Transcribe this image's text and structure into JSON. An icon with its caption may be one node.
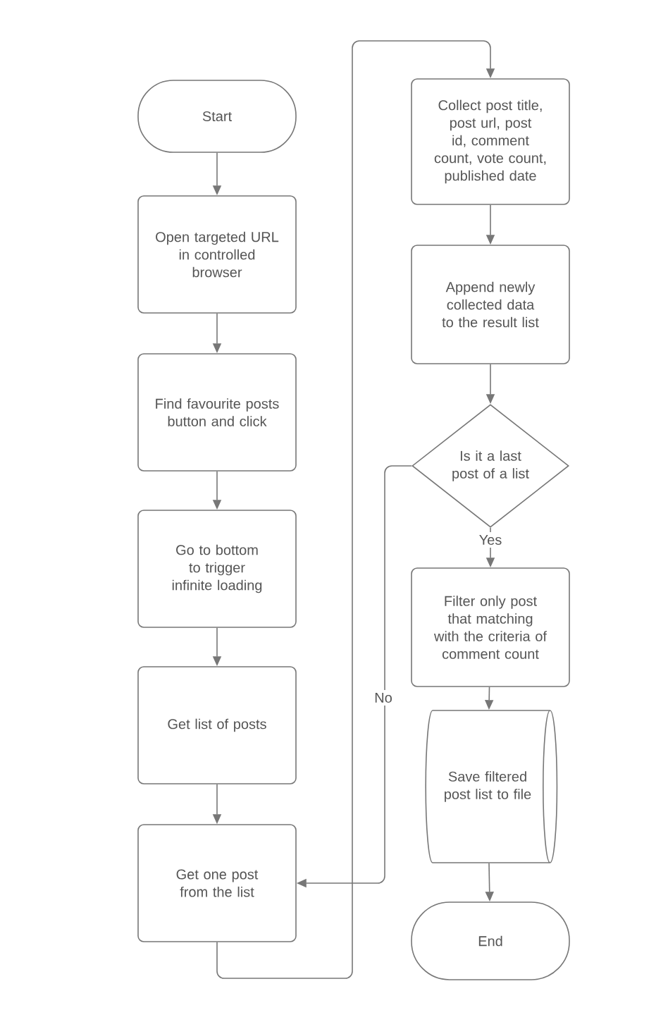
{
  "diagram": {
    "nodes": [
      {
        "text": [
          "Start"
        ]
      },
      {
        "text": [
          "Open targeted URL in controlled browser"
        ]
      },
      {
        "text": [
          "Find favourite posts button and click"
        ]
      },
      {
        "text": [
          "Go to bottom to trigger infinite loading"
        ]
      },
      {
        "text": [
          "Get list of posts"
        ]
      },
      {
        "text": [
          "Get one post from the list"
        ]
      },
      {
        "text": [
          "Collect post title, post url, post id, comment count, vote count, published date"
        ]
      },
      {
        "text": [
          "Append newly collected data to the result list"
        ]
      },
      {
        "text": [
          "Is it a last post of a list"
        ]
      },
      {
        "text": [
          "Filter only post that matching with the criteria of comment count"
        ]
      },
      {
        "text": [
          "Save filtered post list to file"
        ]
      },
      {
        "text": [
          "End"
        ]
      }
    ],
    "edges": [
      {
        "from": 0,
        "to": 1,
        "arrow": "to"
      },
      {
        "from": 1,
        "to": 2,
        "arrow": "to"
      },
      {
        "from": 2,
        "to": 3,
        "arrow": "to"
      },
      {
        "from": 3,
        "to": 4,
        "arrow": "to"
      },
      {
        "from": 4,
        "to": 5,
        "arrow": "to"
      },
      {
        "from": 5,
        "to": 6,
        "arrow": "to"
      },
      {
        "from": 6,
        "to": 7,
        "arrow": "to"
      },
      {
        "from": 7,
        "to": 8,
        "arrow": "to"
      },
      {
        "from": 8,
        "to": 9,
        "arrow": "to",
        "label": "Yes"
      },
      {
        "from": 8,
        "to": 5,
        "arrow": "to",
        "label": "No"
      },
      {
        "from": 9,
        "to": 10,
        "arrow": "to"
      },
      {
        "from": 10,
        "to": 11,
        "arrow": "to"
      }
    ]
  }
}
